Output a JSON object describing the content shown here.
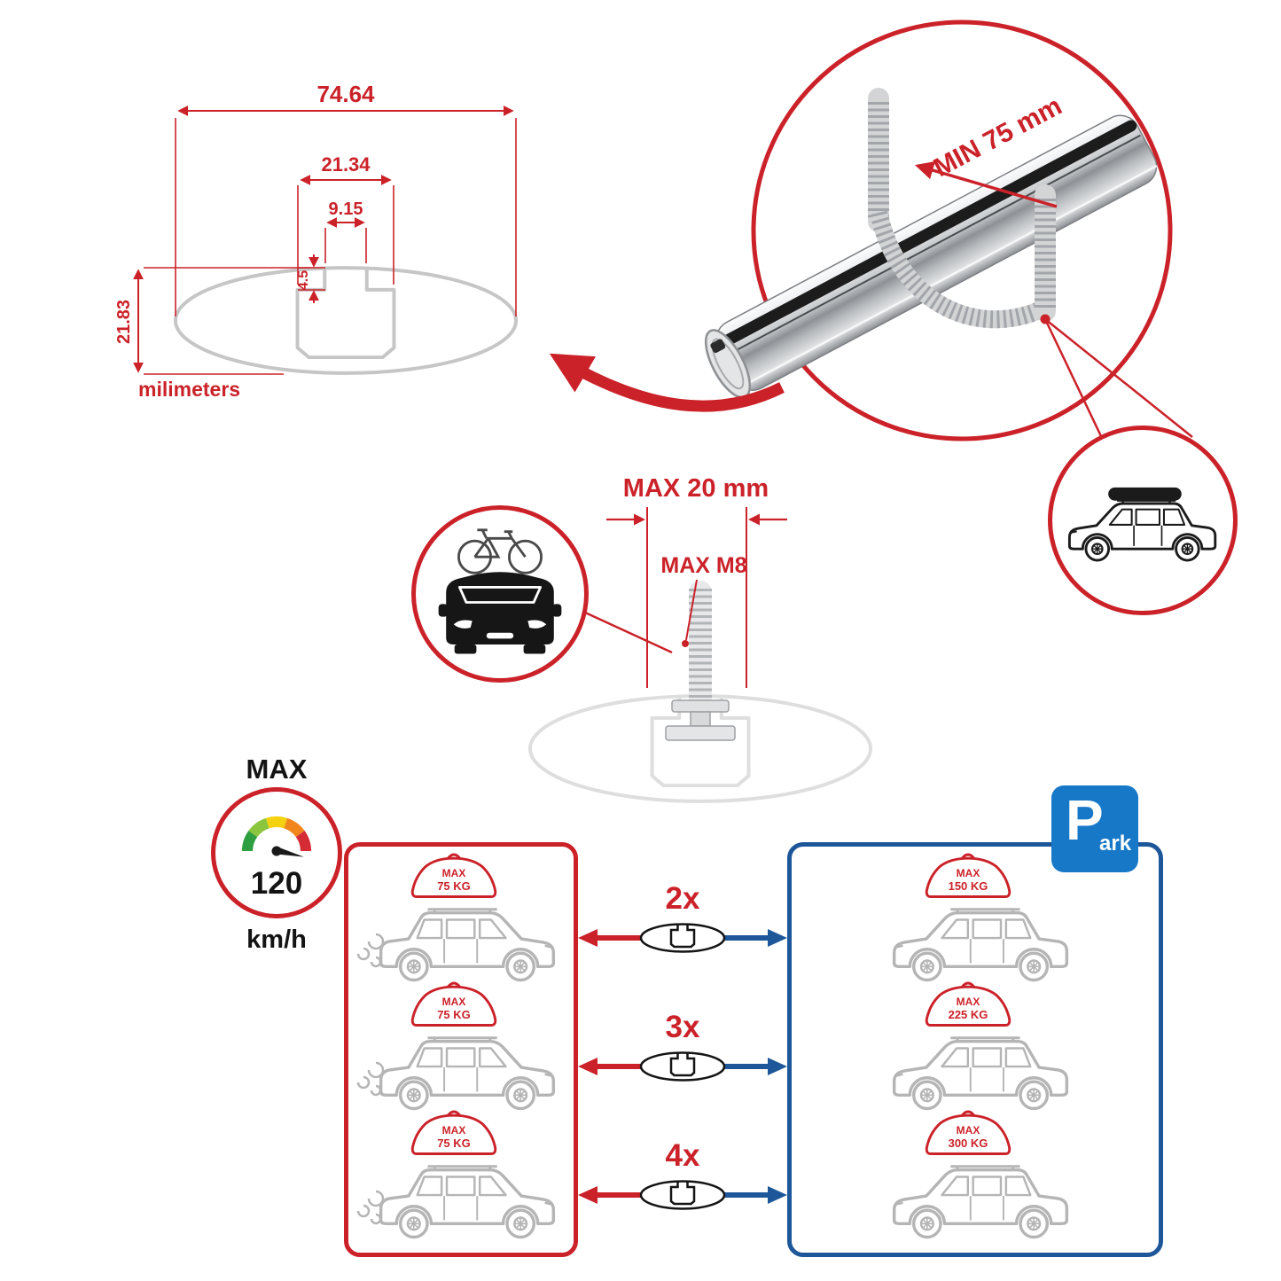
{
  "colors": {
    "red": "#cb2229",
    "blue": "#1e5799",
    "park_blue": "#1878c8",
    "line_gray": "#b5b5b5",
    "profile_gray": "#c6c6c6"
  },
  "profile_dimensions": {
    "total_width": "74.64",
    "channel_width": "21.34",
    "slot_width": "9.15",
    "slot_depth": "4.5",
    "height": "21.83",
    "unit_label": "milimeters"
  },
  "crossbar_detail": {
    "min_clamp_label": "MIN 75 mm"
  },
  "mount_bolt": {
    "max_width_label": "MAX 20 mm",
    "max_thread_label": "MAX M8"
  },
  "speed_limit": {
    "label": "MAX",
    "value": "120",
    "unit": "km/h"
  },
  "load_table": {
    "driving_cars": [
      {
        "max": "MAX",
        "weight": "75 KG"
      },
      {
        "max": "MAX",
        "weight": "75 KG"
      },
      {
        "max": "MAX",
        "weight": "75 KG"
      }
    ],
    "multipliers": [
      {
        "label": "2x"
      },
      {
        "label": "3x"
      },
      {
        "label": "4x"
      }
    ],
    "parked_cars": [
      {
        "max": "MAX",
        "weight": "150 KG"
      },
      {
        "max": "MAX",
        "weight": "225 KG"
      },
      {
        "max": "MAX",
        "weight": "300 KG"
      }
    ],
    "park_sign": {
      "letter": "P",
      "rest": "ark"
    }
  }
}
